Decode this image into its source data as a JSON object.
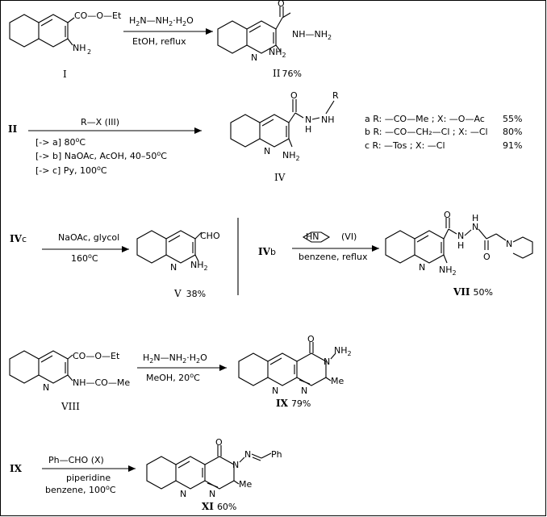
{
  "compound_I": {
    "ester": "CO—O—Et",
    "amine": "NH",
    "amine_sub": "2",
    "label": "I"
  },
  "reaction_1": {
    "reagent": "H",
    "reagent_sub1": "2",
    "reagent_mid": "N—NH",
    "reagent_sub2": "2",
    "reagent_hydrate": "·H",
    "reagent_sub3": "2",
    "reagent_end": "O",
    "conditions": "EtOH,  reflux"
  },
  "compound_II": {
    "carbonyl_o": "O",
    "hydrazide": "NH—NH",
    "hydrazide_sub": "2",
    "ring_n": "N",
    "amine": "NH",
    "amine_sub": "2",
    "label": "II",
    "yield": "76%"
  },
  "reaction_2": {
    "start": "II",
    "reagent": "R—X   (III)",
    "cond_a": "[-> a]  80",
    "cond_a_sup": "o",
    "cond_a_end": "C",
    "cond_b": "[-> b]  NaOAc,  AcOH,  40–50",
    "cond_b_sup": "o",
    "cond_b_end": "C",
    "cond_c": "[-> c]  Py,  100",
    "cond_c_sup": "o",
    "cond_c_end": "C"
  },
  "compound_IV": {
    "carbonyl_o": "O",
    "nh1": "N",
    "h1": "H",
    "nh2": "NH",
    "r": "R",
    "ring_n": "N",
    "amine": "NH",
    "amine_sub": "2",
    "label": "IV"
  },
  "variants": [
    {
      "key": "a",
      "text": "a R:  —CO—Me ;  X:  —O—Ac",
      "yield": "55%"
    },
    {
      "key": "b",
      "text": "b R:  —CO—CH₂—Cl ;  X:  —Cl",
      "yield": "80%"
    },
    {
      "key": "c",
      "text": "c R:  —Tos ;  X:  —Cl",
      "yield": "91%"
    }
  ],
  "reaction_3": {
    "start": "IV",
    "start_suffix": "c",
    "reagent": "NaOAc,   glycol",
    "conditions": "160",
    "cond_sup": "o",
    "cond_end": "C"
  },
  "compound_V": {
    "aldehyde": "CHO",
    "ring_n": "N",
    "amine": "NH",
    "amine_sub": "2",
    "label": "V",
    "yield": "38%"
  },
  "reaction_4": {
    "start": "IV",
    "start_suffix": "b",
    "piperidine_hn": "HN",
    "reagent_label": "(VI)",
    "conditions": "benzene,  reflux"
  },
  "compound_VII": {
    "carbonyl_o": "O",
    "n1": "N",
    "h1": "H",
    "n2": "N",
    "h2": "H",
    "carbonyl2_o": "O",
    "pip_n": "N",
    "ring_n": "N",
    "amine": "NH",
    "amine_sub": "2",
    "label": "VII",
    "yield": "50%"
  },
  "compound_VIII": {
    "ester": "CO—O—Et",
    "amide": "NH—CO—Me",
    "ring_n": "N",
    "label": "VIII"
  },
  "reaction_5": {
    "reagent": "H",
    "reagent_sub1": "2",
    "reagent_mid": "N—NH",
    "reagent_sub2": "2",
    "reagent_hydrate": "·H",
    "reagent_sub3": "2",
    "reagent_end": "O",
    "conditions": "MeOH,  20",
    "cond_sup": "o",
    "cond_end": "C"
  },
  "compound_IX": {
    "carbonyl_o": "O",
    "n3": "N",
    "nh2": "NH",
    "nh2_sub": "2",
    "n1": "N",
    "n8": "N",
    "me": "Me",
    "label": "IX",
    "yield": "79%"
  },
  "reaction_6": {
    "start": "IX",
    "reagent": "Ph—CHO   (X)",
    "cond1": "piperidine",
    "cond2": "benzene,  100",
    "cond2_sup": "o",
    "cond2_end": "C"
  },
  "compound_XI": {
    "carbonyl_o": "O",
    "n3": "N",
    "imine_n": "N",
    "ph": "Ph",
    "n1": "N",
    "n8": "N",
    "me": "Me",
    "label": "XI",
    "yield": "60%"
  }
}
